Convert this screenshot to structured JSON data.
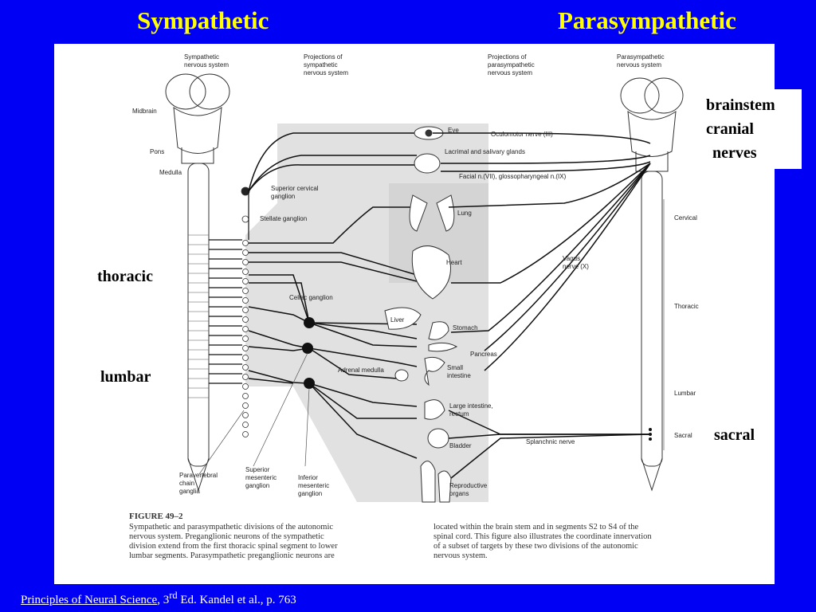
{
  "titles": {
    "left": "Sympathetic",
    "right": "Parasympathetic"
  },
  "side_labels": {
    "brainstem": "brainstem",
    "cranial": "cranial",
    "nerves": "nerves",
    "thoracic": "thoracic",
    "lumbar": "lumbar",
    "sacral": "sacral"
  },
  "figure": {
    "headers": {
      "symp_system": [
        "Sympathetic",
        "nervous system"
      ],
      "symp_proj": [
        "Projections of",
        "sympathetic",
        "nervous system"
      ],
      "para_proj": [
        "Projections of",
        "parasympathetic",
        "nervous system"
      ],
      "para_system": [
        "Parasympathetic",
        "nervous system"
      ]
    },
    "brain_labels": {
      "midbrain": "Midbrain",
      "pons": "Pons",
      "medulla": "Medulla"
    },
    "ganglia": {
      "superior_cervical": [
        "Superior cervical",
        "ganglion"
      ],
      "stellate": "Stellate ganglion",
      "celiac": "Celiac ganglion",
      "adrenal": "Adrenal medulla",
      "paravertebral": [
        "Paravertebral",
        "chain",
        "ganglia"
      ],
      "sup_mesenteric": [
        "Superior",
        "mesenteric",
        "ganglion"
      ],
      "inf_mesenteric": [
        "Inferior",
        "mesenteric",
        "ganglion"
      ]
    },
    "organs": {
      "eye": "Eye",
      "oculomotor": "Oculomotor nerve (III)",
      "lacrimal": "Lacrimal and salivary glands",
      "facial": "Facial n.(VII), glossopharyngeal n.(IX)",
      "lung": "Lung",
      "heart": "Heart",
      "vagus": [
        "Vagus",
        "nerve (X)"
      ],
      "liver": "Liver",
      "stomach": "Stomach",
      "pancreas": "Pancreas",
      "small_intestine": [
        "Small",
        "intestine"
      ],
      "large_intestine": [
        "Large intestine,",
        "rectum"
      ],
      "bladder": "Bladder",
      "splanchnic": "Splanchnic nerve",
      "reproductive": [
        "Reproductive",
        "organs"
      ]
    },
    "regions": {
      "cervical": "Cervical",
      "thoracic": "Thoracic",
      "lumbar": "Lumbar",
      "sacral": "Sacral"
    },
    "caption": {
      "label": "FIGURE  49–2",
      "left_lines": [
        "Sympathetic and parasympathetic divisions of the autonomic",
        "nervous system. Preganglionic neurons of the sympathetic",
        "division extend from the first thoracic spinal segment to lower",
        "lumbar segments. Parasympathetic preganglionic neurons are"
      ],
      "right_lines": [
        "located within the brain stem and in segments S2 to S4 of the",
        "spinal cord. This figure also illustrates the coordinate innervation",
        "of a subset of targets by these two divisions of the autonomic",
        "nervous system."
      ]
    }
  },
  "footer": {
    "link": "Principles of Neural Science",
    "sep": ", 3",
    "sup": "rd",
    "rest": " Ed. Kandel et al., p. 763"
  }
}
